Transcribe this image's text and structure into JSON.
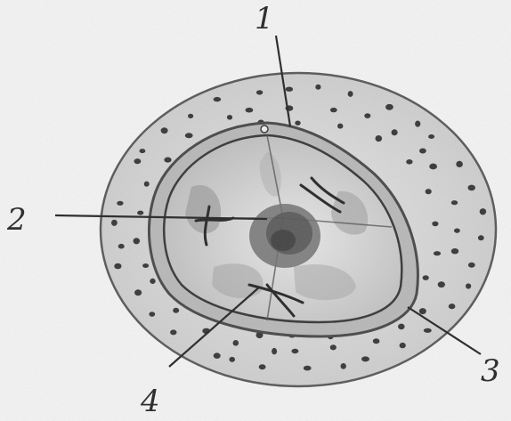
{
  "labels": {
    "l1": "1",
    "l2": "2",
    "l3": "3",
    "l4": "4"
  },
  "colors": {
    "background": "#f4f4f4",
    "ink": "#222222",
    "outer_fill": "#dcdcdc",
    "inner_fill": "#cfcfcf",
    "dot": "#333333"
  }
}
